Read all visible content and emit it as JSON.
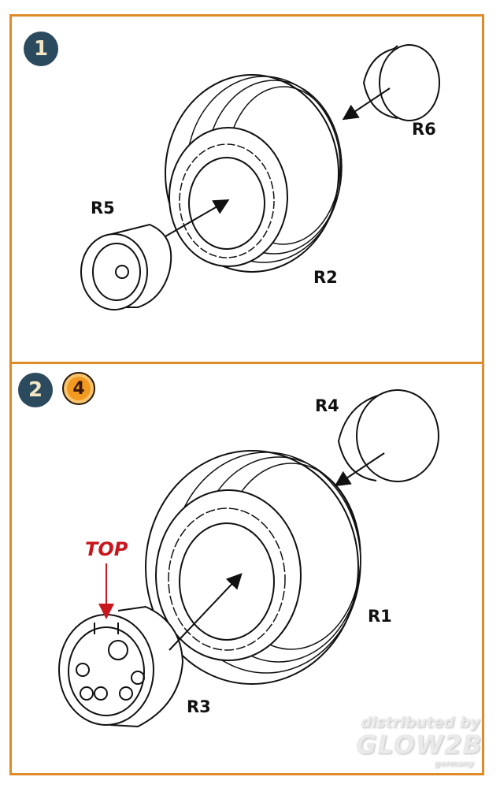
{
  "steps": [
    {
      "number": "1"
    },
    {
      "number": "2",
      "reference_step": "4"
    }
  ],
  "parts": {
    "r6": "R6",
    "r2": "R2",
    "r5": "R5",
    "r4": "R4",
    "r1": "R1",
    "r3": "R3"
  },
  "annotation": {
    "top": "TOP"
  },
  "watermark": {
    "line1": "distributed by",
    "line2": "GLOW2B",
    "line3": "germany"
  },
  "colors": {
    "frame": "#e08a2a",
    "step_badge": "#2c4a5e",
    "reference_badge": "#f29a1f",
    "top_label": "#c8161d"
  }
}
